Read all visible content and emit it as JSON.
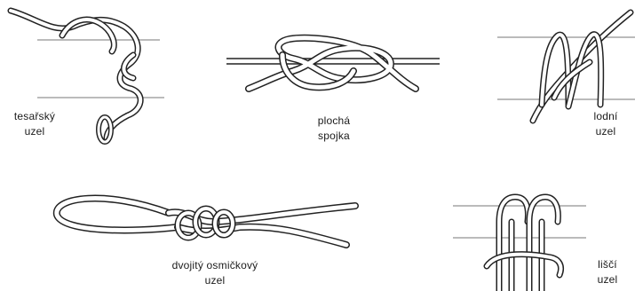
{
  "knots": [
    {
      "id": "tesarsky",
      "label_line1": "tesařský",
      "label_line2": "uzel"
    },
    {
      "id": "plocha",
      "label_line1": "plochá",
      "label_line2": "spojka"
    },
    {
      "id": "lodni",
      "label_line1": "lodní",
      "label_line2": "uzel"
    },
    {
      "id": "dvojity",
      "label_line1": "dvojitý osmičkový",
      "label_line2": "uzel"
    },
    {
      "id": "lisci",
      "label_line1": "liščí",
      "label_line2": "uzel"
    }
  ],
  "colors": {
    "rope_outline": "#222222",
    "rope_fill": "#ffffff",
    "line": "#777777"
  }
}
